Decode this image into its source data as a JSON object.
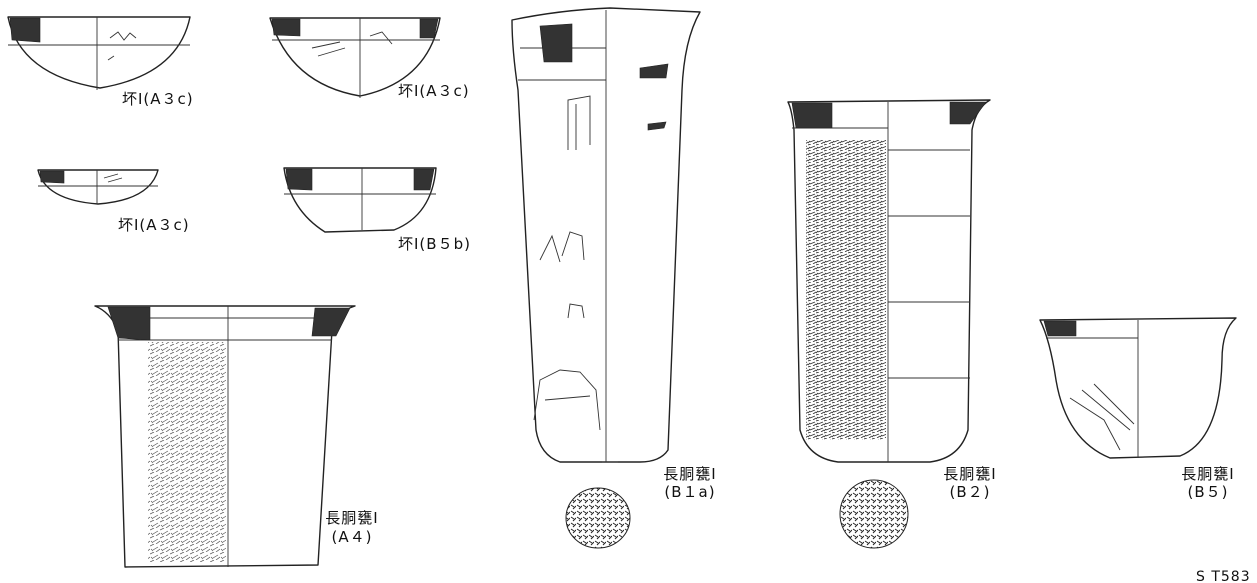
{
  "labels": {
    "cup1": "坏Ⅰ(A３c)",
    "cup2": "坏Ⅰ(A３c)",
    "cup3": "坏Ⅰ(A３c)",
    "cup4": "坏Ⅰ(B５b)",
    "jarA4_name": "長胴甕Ⅰ",
    "jarA4_type": "(A４)",
    "jarB1a_name": "長胴甕Ⅰ",
    "jarB1a_type": "(B１a)",
    "jarB2_name": "長胴甕Ⅰ",
    "jarB2_type": "(B２)",
    "jarB5_name": "長胴甕Ⅰ",
    "jarB5_type": "(B５)",
    "site_code": "S T583"
  }
}
